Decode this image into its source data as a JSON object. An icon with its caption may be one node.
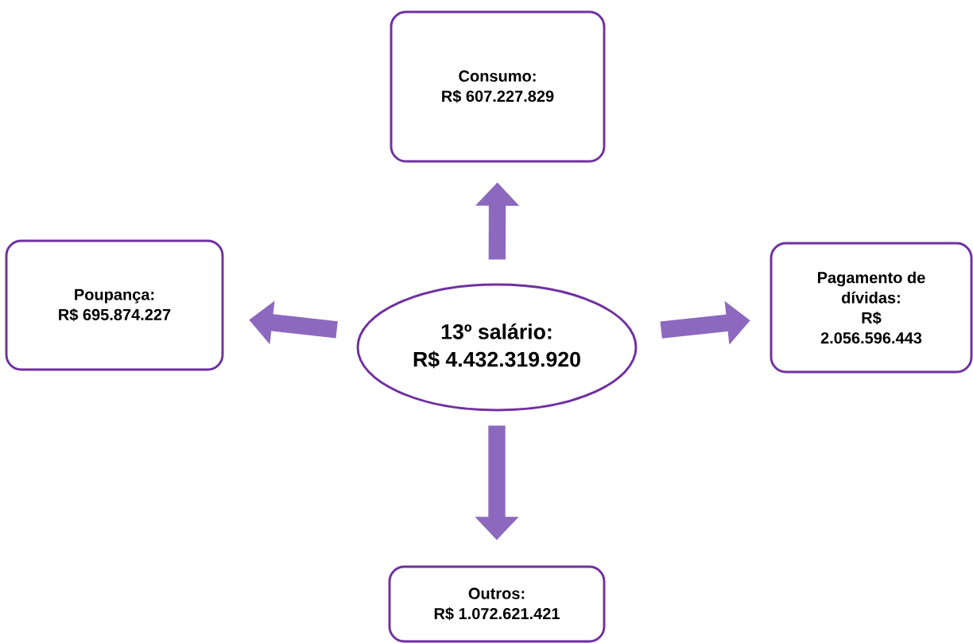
{
  "diagram": {
    "nodes": [
      {
        "text": [
          "13º salário:",
          "R$ 4.432.319.920"
        ]
      },
      {
        "text": [
          "Consumo:",
          "R$ 607.227.829"
        ]
      },
      {
        "text": [
          "Poupança:",
          "R$ 695.874.227"
        ]
      },
      {
        "text": [
          "Pagamento de dívidas:",
          "R$ 2.056.596.443"
        ]
      },
      {
        "text": [
          "Outros:",
          "R$ 1.072.621.421"
        ]
      }
    ],
    "edges": [
      {
        "from": 0,
        "to": 1,
        "arrow": "to"
      },
      {
        "from": 0,
        "to": 2,
        "arrow": "to"
      },
      {
        "from": 0,
        "to": 3,
        "arrow": "to"
      },
      {
        "from": 0,
        "to": 4,
        "arrow": "to"
      }
    ]
  }
}
